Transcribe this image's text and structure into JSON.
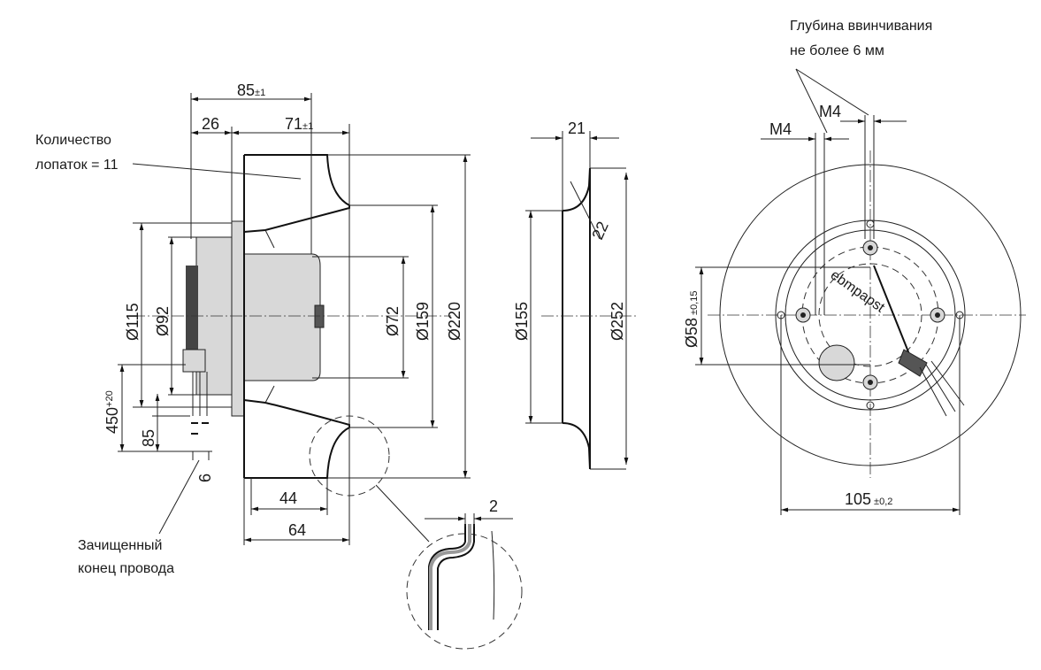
{
  "dimensions": {
    "side": {
      "d85": "85",
      "d85_tol": "±1",
      "d26": "26",
      "d71": "71",
      "d71_tol": "±1",
      "d115": "Ø115",
      "d92": "Ø92",
      "d72": "Ø72",
      "d159": "Ø159",
      "d220": "Ø220",
      "d450": "450",
      "d450_tol": "+20",
      "d85b": "85",
      "d6": "6",
      "d44": "44",
      "d64": "64"
    },
    "section": {
      "d21": "21",
      "d22": "22",
      "d155": "Ø155",
      "d252": "Ø252"
    },
    "detail": {
      "d2": "2"
    },
    "front": {
      "m4a": "M4",
      "m4b": "M4",
      "d58": "Ø58",
      "d58_tol": "±0,15",
      "d105": "105",
      "d105_tol": "±0,2"
    }
  },
  "notes": {
    "blades_1": "Количество",
    "blades_2": "лопаток = 11",
    "wire_1": "Зачищенный",
    "wire_2": "конец провода",
    "depth_1": "Глубина ввинчивания",
    "depth_2": "не более 6 мм"
  },
  "logo": "ebmpapst"
}
